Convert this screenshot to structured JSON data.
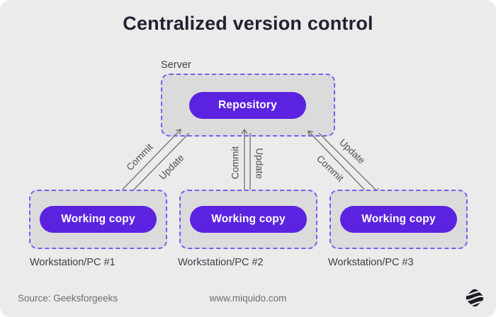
{
  "title": "Centralized version control",
  "diagram": {
    "server": {
      "label": "Server",
      "node_label": "Repository"
    },
    "workstations": [
      {
        "label": "Workstation/PC #1",
        "node_label": "Working copy"
      },
      {
        "label": "Workstation/PC #2",
        "node_label": "Working copy"
      },
      {
        "label": "Workstation/PC #3",
        "node_label": "Working copy"
      }
    ],
    "connections": [
      {
        "from": "Workstation/PC #1",
        "to": "Server",
        "commit_label": "Commit",
        "update_label": "Update"
      },
      {
        "from": "Workstation/PC #2",
        "to": "Server",
        "commit_label": "Commit",
        "update_label": "Update"
      },
      {
        "from": "Workstation/PC #3",
        "to": "Server",
        "commit_label": "Commit",
        "update_label": "Update"
      }
    ]
  },
  "footer": {
    "source": "Source: Geeksforgeeks",
    "website": "www.miquido.com",
    "logo_icon": "miquido-logo"
  },
  "colors": {
    "background": "#ebebeb",
    "box_fill": "#dbdbdb",
    "dashed_border": "#7c5cf2",
    "pill": "#5b23e0",
    "pill_text": "#ffffff",
    "title_text": "#232130",
    "label_text": "#413f4a",
    "arrow": "#6f6f6f",
    "arrow_text": "#4f4f4f",
    "footer_text": "#6e6e6e",
    "logo": "#1b1b25"
  }
}
